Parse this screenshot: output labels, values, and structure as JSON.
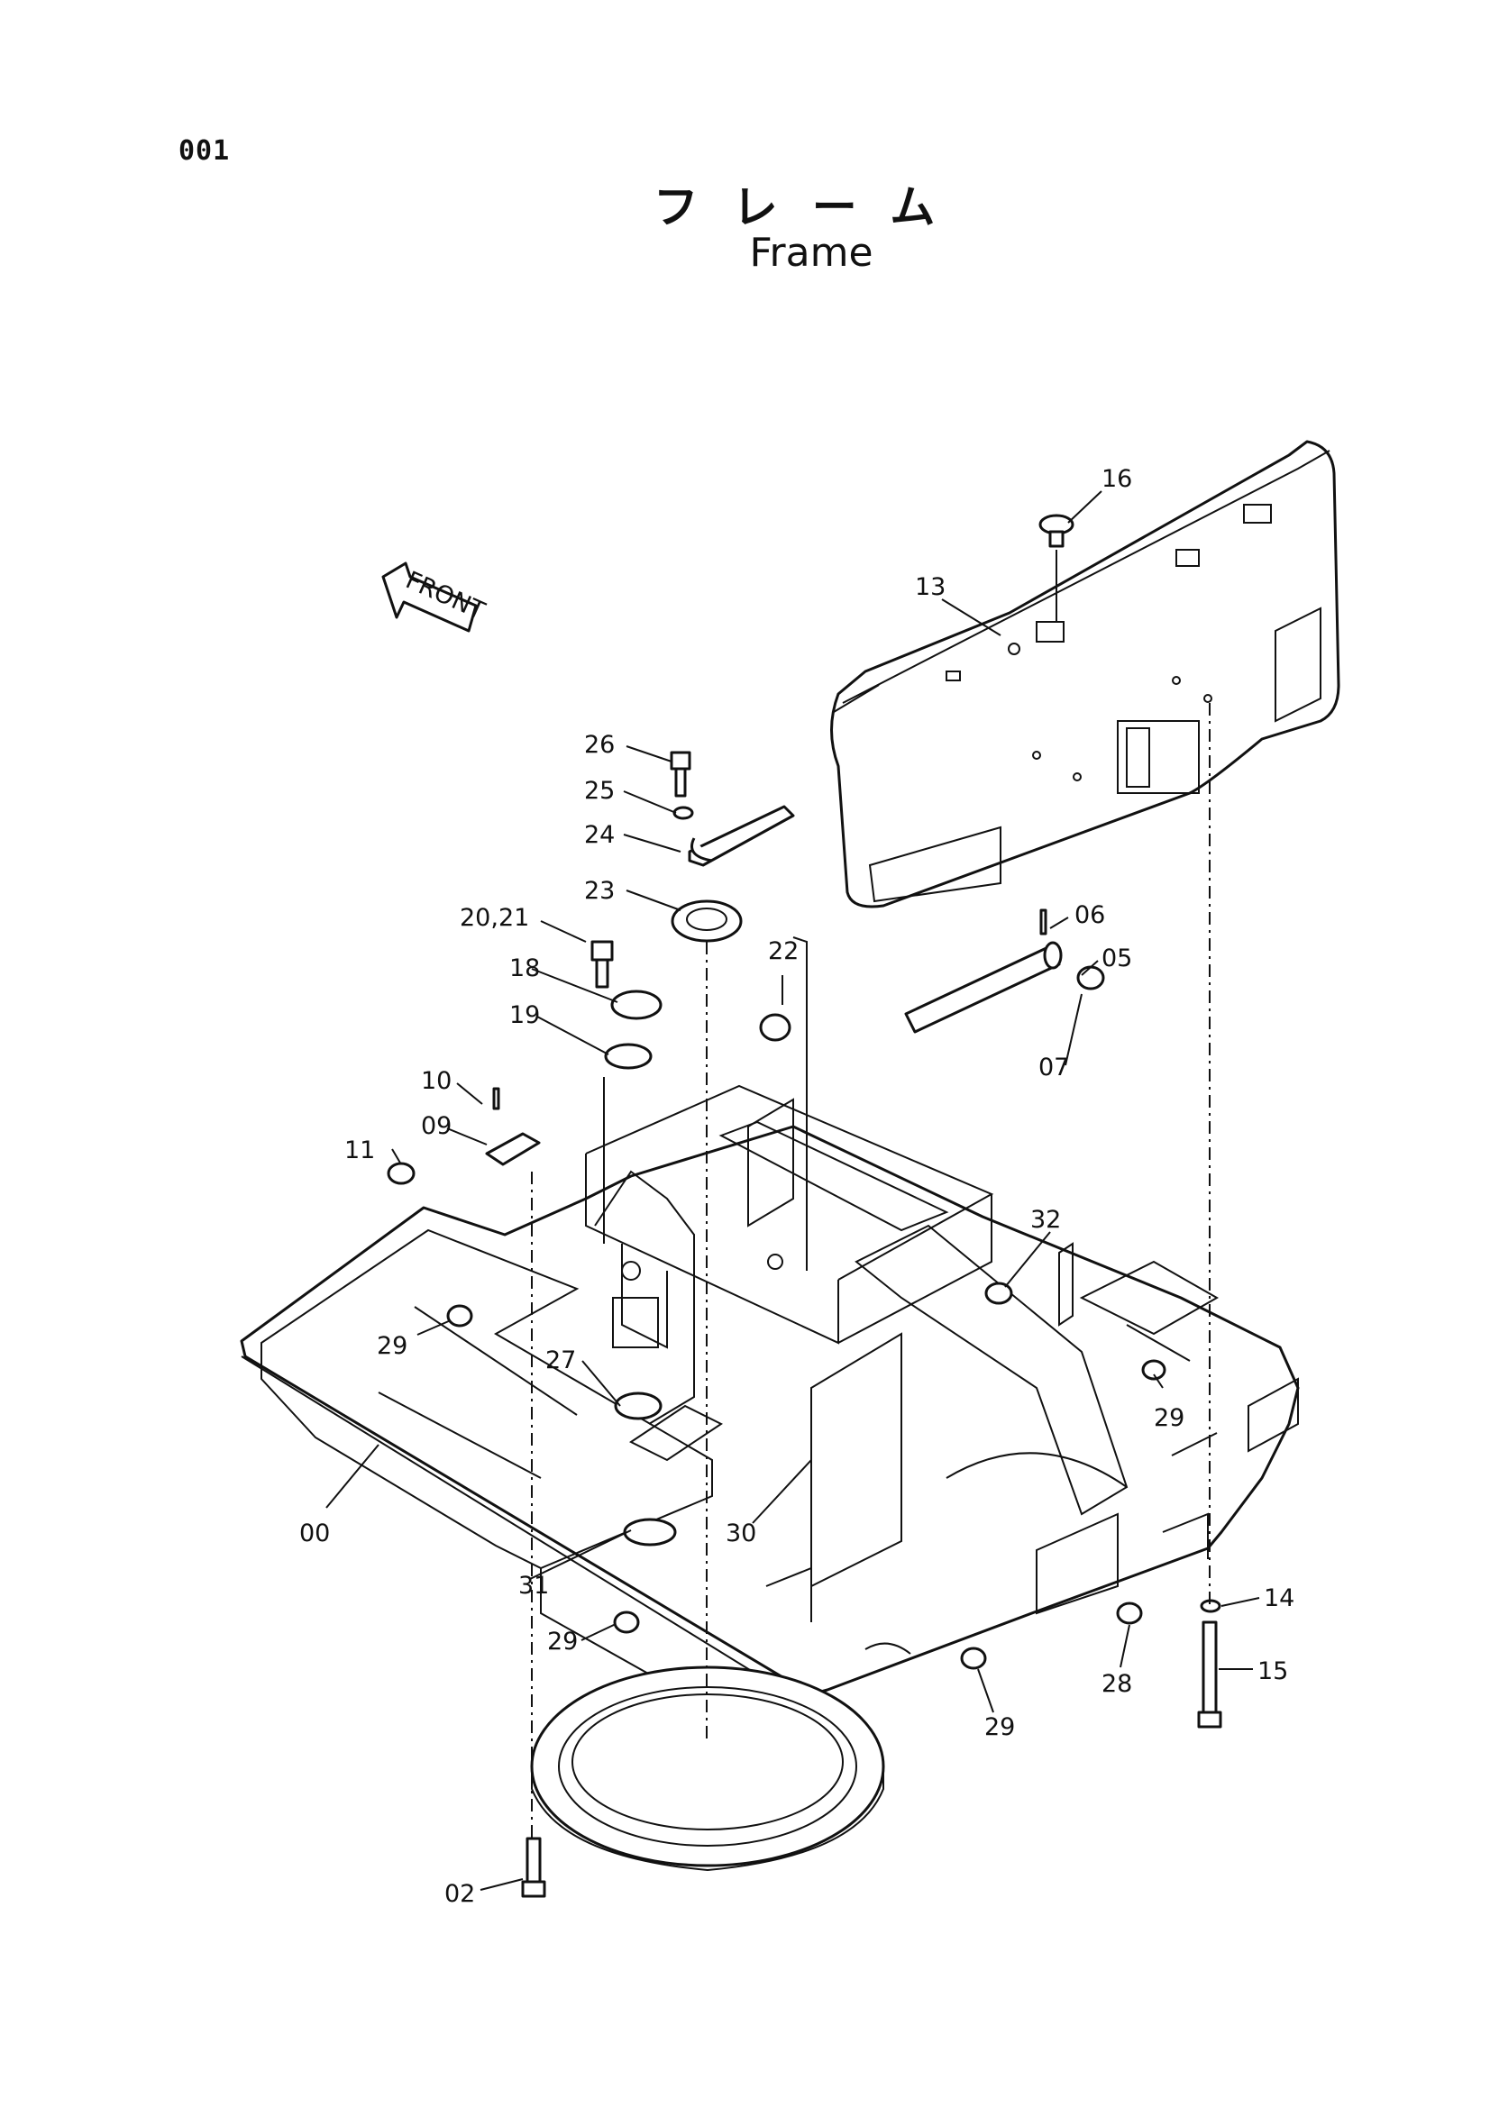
{
  "page_number": "001",
  "title_jp": "フレーム",
  "title_en": "Frame",
  "direction_label": "FRONT",
  "callouts": [
    "16",
    "13",
    "26",
    "25",
    "24",
    "23",
    "20,21",
    "22",
    "06",
    "05",
    "18",
    "19",
    "07",
    "10",
    "09",
    "11",
    "32",
    "29",
    "27",
    "29",
    "00",
    "30",
    "31",
    "14",
    "15",
    "29",
    "28",
    "29",
    "02"
  ]
}
